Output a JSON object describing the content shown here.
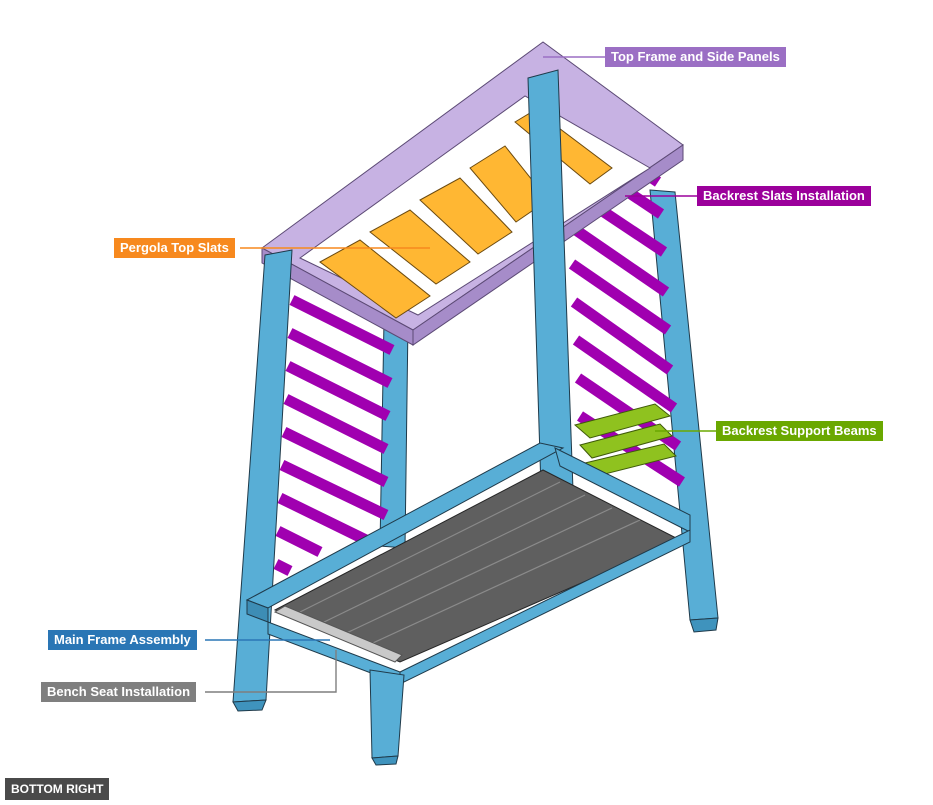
{
  "labels": {
    "top_frame": "Top Frame and Side Panels",
    "backrest_slats": "Backrest Slats Installation",
    "pergola_slats": "Pergola Top Slats",
    "support_beams": "Backrest Support Beams",
    "main_frame": "Main Frame Assembly",
    "bench_seat": "Bench Seat Installation"
  },
  "view_tag": "BOTTOM RIGHT",
  "colors": {
    "top_frame": "#b9a3db",
    "backrest_slats": "#a000b0",
    "pergola_slats": "#ffb733",
    "support_beams": "#8fc21f",
    "main_frame": "#58aed6",
    "bench_seat": "#5f5f5f",
    "label_top_frame": "#9b6fc4",
    "label_backrest": "#9b009b",
    "label_pergola": "#f7891e",
    "label_beams": "#6aa800",
    "label_frame": "#2a76b5",
    "label_bench": "#7f7f7f"
  }
}
